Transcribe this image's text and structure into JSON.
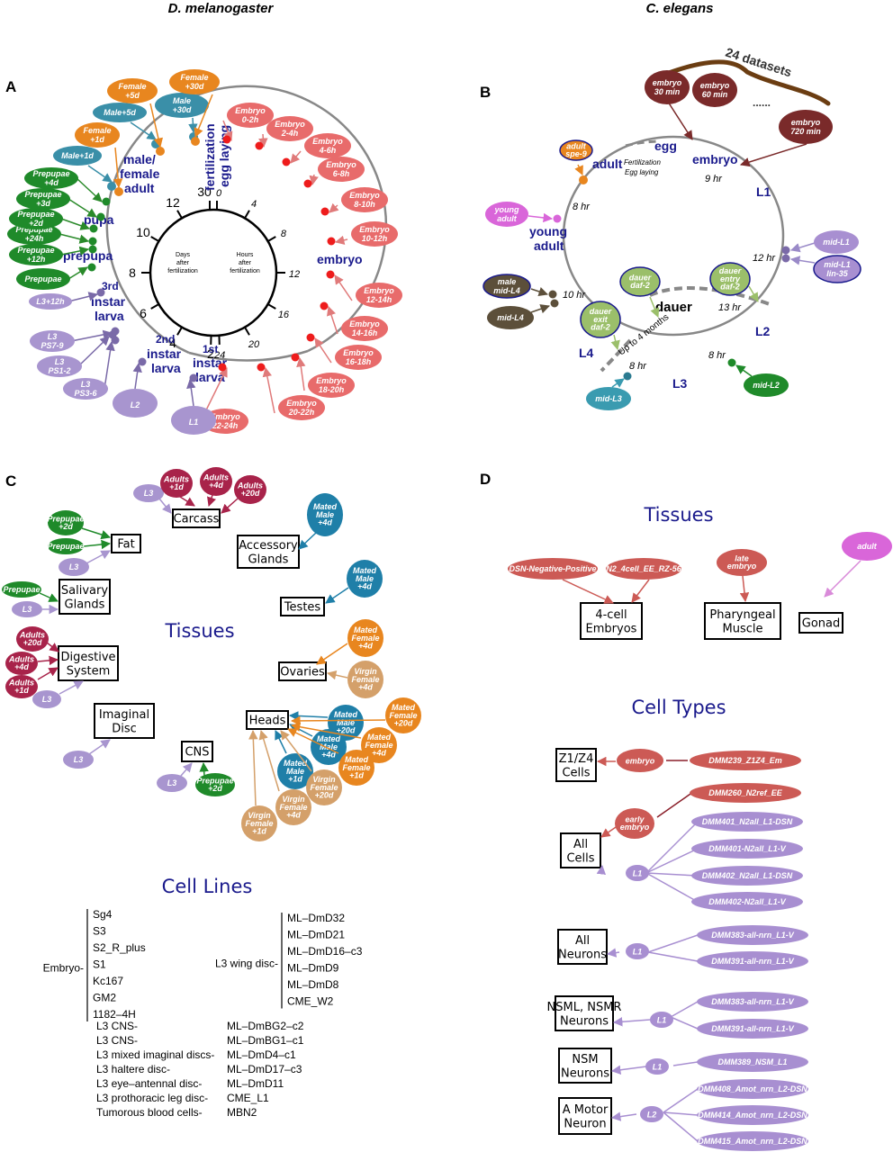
{
  "headers": {
    "left": "D. melanogaster",
    "right": "C. elegans"
  },
  "panels": {
    "a": "A",
    "b": "B",
    "c": "C",
    "d": "D"
  },
  "colors": {
    "stage_text": "#1a1a8c",
    "embryo_fly": "#e86b6b",
    "embryo_dot": "#ee1c1c",
    "female": "#e8861f",
    "male": "#3a8fa8",
    "prepupae": "#1f8a2a",
    "larva": "#a895cf",
    "adults_tissue": "#a8234a",
    "mated_male": "#1f7fa8",
    "mated_female": "#e8861f",
    "virgin_female": "#d4a06a",
    "worm_embryo": "#7a2a2a",
    "worm_embryo_tissue": "#cc5a55",
    "worm_larva": "#a88fd1",
    "dauer": "#9bbf6a",
    "young_adult": "#d966d9",
    "mid_l4": "#5c4f3a",
    "mid_l3": "#3a9bb0",
    "mid_l2": "#1f8a2a",
    "brace": "#6b3d12"
  },
  "panel_a": {
    "clock": {
      "days_label": [
        "Days",
        "after",
        "fertilization"
      ],
      "hours_label": [
        "Hours",
        "after",
        "fertilization"
      ],
      "day_ticks": [
        "30",
        "12",
        "10",
        "8",
        "6",
        "4",
        "2"
      ],
      "hour_ticks": [
        "0",
        "4",
        "8",
        "12",
        "16",
        "20",
        "24"
      ]
    },
    "stages": {
      "fertilization": "fertilization",
      "egg_laying": "egg laying",
      "embryo": "embryo",
      "first_instar": [
        "1st",
        "instar",
        "larva"
      ],
      "second_instar": [
        "2nd",
        "instar",
        "larva"
      ],
      "third_instar": [
        "3rd",
        "instar",
        "larva"
      ],
      "prepupa": "prepupa",
      "pupa": "pupa",
      "adult": [
        "male/",
        "female",
        "adult"
      ]
    },
    "embryo_samples": [
      "Embryo|0-2h",
      "Embryo|2-4h",
      "Embryo|4-6h",
      "Embryo|6-8h",
      "Embryo|8-10h",
      "Embryo|10-12h",
      "Embryo|12-14h",
      "Embryo|14-16h",
      "Embryo|16-18h",
      "Embryo|18-20h",
      "Embryo|20-22h",
      "Embryo|22-24h"
    ],
    "larva_samples": [
      "L1",
      "L2",
      "L3|PS3-6",
      "L3|PS1-2",
      "L3|PS7-9",
      "L3+12h"
    ],
    "prepupa_samples": [
      "Prepupae",
      "Prepupae|+12h",
      "Prepupae|+24h",
      "Prepupae|+2d",
      "Prepupae|+3d",
      "Prepupae|+4d"
    ],
    "adult_samples": [
      "Male+1d",
      "Female|+1d",
      "Male+5d",
      "Female|+5d",
      "Male|+30d",
      "Female|+30d"
    ]
  },
  "panel_b": {
    "brace_label": "24 datasets",
    "ellipsis": "......",
    "embryo_samples": [
      "embryo|30 min",
      "embryo|60 min",
      "embryo|720 min"
    ],
    "stages": {
      "egg": "egg",
      "embryo": "embryo",
      "l1": "L1",
      "l2": "L2",
      "l3": "L3",
      "l4": "L4",
      "dauer": "dauer",
      "young_adult": [
        "young",
        "adult"
      ],
      "adult": "adult"
    },
    "notes": {
      "fert": "Fertilization",
      "egg_lay": "Egg laying",
      "up_to": "Up to 4 months"
    },
    "durations": {
      "embryo_l1": "9 hr",
      "l1_l2": "12 hr",
      "dauer_entry": "13 hr",
      "l2_l3": "8 hr",
      "l3_l4": "8 hr",
      "l4_ya": "10 hr",
      "ya_adult": "8 hr"
    },
    "samples": {
      "adult_spe9": "adult|spe-9",
      "young_adult": "young|adult",
      "mid_l1": "mid-L1",
      "mid_l1_lin35": "mid-L1|lin-35",
      "dauer_entry": "dauer|entry|daf-2",
      "dauer_daf2": "dauer|daf-2",
      "dauer_exit": "dauer|exit|daf-2",
      "male_mid_l4": "male|mid-L4",
      "mid_l4": "mid-L4",
      "mid_l3": "mid-L3",
      "mid_l2": "mid-L2"
    }
  },
  "panel_c": {
    "tissues_title": "Tissues",
    "cell_lines_title": "Cell Lines",
    "tissues": {
      "carcass": "Carcass",
      "fat": "Fat",
      "salivary": [
        "Salivary",
        "Glands"
      ],
      "digestive": [
        "Digestive",
        "System"
      ],
      "imaginal": [
        "Imaginal",
        "Disc"
      ],
      "cns": "CNS",
      "accessory": [
        "Accessory",
        "Glands"
      ],
      "testes": "Testes",
      "ovaries": "Ovaries",
      "heads": "Heads"
    },
    "samples": {
      "l3": "L3",
      "adults_1d": "Adults|+1d",
      "adults_4d": "Adults|+4d",
      "adults_20d": "Adults|+20d",
      "prepupae_2d": "Prepupae|+2d",
      "prepupae": "Prepupae",
      "mated_male_4d": "Mated|Male|+4d",
      "mated_male_1d": "Mated|Male|+1d",
      "mated_male_20d": "Mated|Male|+20d",
      "mated_female_4d": "Mated|Female|+4d",
      "mated_female_1d": "Mated|Female|+1d",
      "mated_female_20d": "Mated|Female|+20d",
      "virgin_female_4d": "Virgin|Female|+4d",
      "virgin_female_1d": "Virgin|Female|+1d",
      "virgin_female_20d": "Virgin|Female|+20d"
    },
    "cell_lines": {
      "embryo_group": {
        "label": "Embryo-",
        "lines": [
          "Sg4",
          "S3",
          "S2_R_plus",
          "S1",
          "Kc167",
          "GM2",
          "1182–4H"
        ]
      },
      "wing_group": {
        "label": "L3 wing disc-",
        "lines": [
          "ML–DmD32",
          "ML–DmD21",
          "ML–DmD16–c3",
          "ML–DmD9",
          "ML–DmD8",
          "CME_W2"
        ]
      },
      "others": [
        {
          "source": "L3 CNS-",
          "line": "ML–DmBG2–c2"
        },
        {
          "source": "L3 CNS-",
          "line": "ML–DmBG1–c1"
        },
        {
          "source": "L3 mixed imaginal discs-",
          "line": "ML–DmD4–c1"
        },
        {
          "source": "L3 haltere disc-",
          "line": "ML–DmD17–c3"
        },
        {
          "source": "L3 eye–antennal disc-",
          "line": "ML–DmD11"
        },
        {
          "source": "L3 prothoracic leg disc-",
          "line": "CME_L1"
        },
        {
          "source": "Tumorous blood cells-",
          "line": "MBN2"
        }
      ]
    }
  },
  "panel_d": {
    "tissues_title": "Tissues",
    "cell_types_title": "Cell Types",
    "tissues": {
      "four_cell": [
        "4-cell",
        "Embryos"
      ],
      "pharyngeal": [
        "Pharyngeal",
        "Muscle"
      ],
      "gonad": "Gonad"
    },
    "tissue_samples": {
      "dsn": "DSN-Negative-Positive",
      "n2_4cell": "N2_4cell_EE_RZ-56",
      "late_embryo": "late|embryo",
      "adult": "adult"
    },
    "cell_types": {
      "z1z4": [
        "Z1/Z4",
        "Cells"
      ],
      "all_cells": [
        "All",
        "Cells"
      ],
      "all_neurons": [
        "All",
        "Neurons"
      ],
      "nsml": [
        "NSML, NSMR",
        "Neurons"
      ],
      "nsm": [
        "NSM",
        "Neurons"
      ],
      "amotor": [
        "A Motor",
        "Neuron"
      ]
    },
    "stage_nodes": {
      "embryo": "embryo",
      "early_embryo": "early|embryo",
      "l1": "L1",
      "l2": "L2"
    },
    "datasets": {
      "dmm239": "DMM239_Z1Z4_Em",
      "dmm260": "DMM260_N2ref_EE",
      "dmm401_dsn": "DMM401_N2all_L1-DSN",
      "dmm401_v": "DMM401-N2all_L1-V",
      "dmm402_dsn": "DMM402_N2all_L1-DSN",
      "dmm402_v": "DMM402-N2all_L1-V",
      "dmm383": "DMM383-all-nrn_L1-V",
      "dmm391": "DMM391-all-nrn_L1-V",
      "dmm389": "DMM389_NSM_L1",
      "dmm408": "DMM408_Amot_nrn_L2-DSN",
      "dmm414": "DMM414_Amot_nrn_L2-DSN",
      "dmm415": "DMM415_Amot_nrn_L2-DSN"
    }
  }
}
